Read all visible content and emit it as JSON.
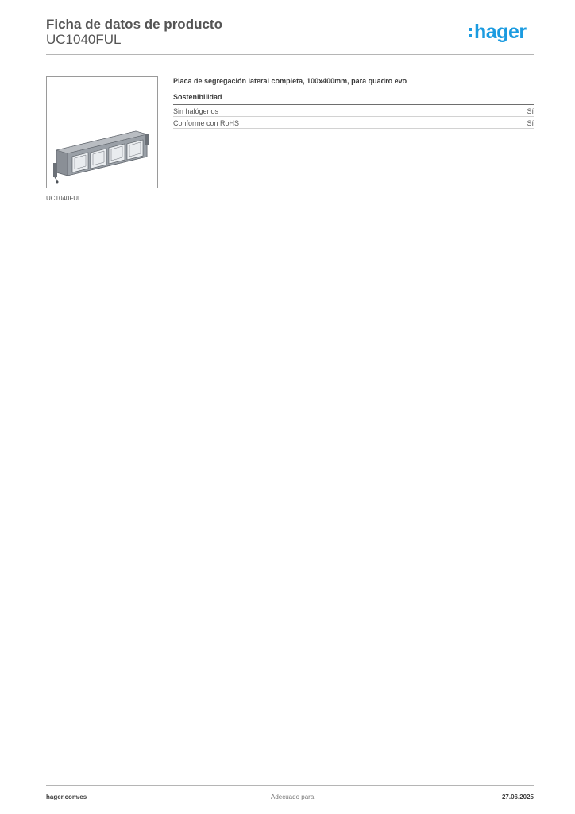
{
  "header": {
    "title": "Ficha de datos de producto",
    "product_code": "UC1040FUL",
    "brand": "hager",
    "brand_color": "#1b9be0"
  },
  "image": {
    "caption": "UC1040FUL",
    "icon": "segregation-plate-illustration"
  },
  "product": {
    "description": "Placa de segregación lateral completa, 100x400mm, para quadro evo"
  },
  "sections": [
    {
      "title": "Sostenibilidad",
      "rows": [
        {
          "label": "Sin halógenos",
          "value": "Sí"
        },
        {
          "label": "Conforme con RoHS",
          "value": "Sí"
        }
      ]
    }
  ],
  "footer": {
    "website": "hager.com/es",
    "note": "Adecuado para",
    "date": "27.06.2025"
  }
}
